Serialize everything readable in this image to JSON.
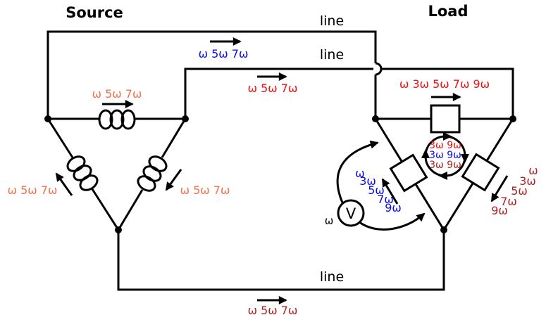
{
  "titles": {
    "source": "Source",
    "load": "Load"
  },
  "line_labels": {
    "top": "line",
    "middle": "line",
    "bottom": "line"
  },
  "currents": {
    "line_top": "ω 5ω 7ω",
    "line_middle": "ω 5ω 7ω",
    "line_bottom": "ω 5ω 7ω",
    "source_top_winding": "ω 5ω 7ω",
    "source_left_winding": "ω 5ω 7ω",
    "source_right_winding": "ω 5ω 7ω",
    "load_top_branch": "ω 3ω 5ω 7ω 9ω",
    "load_left_branch": [
      "ω",
      "3ω",
      "5ω",
      "7ω",
      "9ω"
    ],
    "load_right_branch": [
      "ω",
      "3ω",
      "5ω",
      "7ω",
      "9ω"
    ],
    "circulating": [
      "3ω 9ω",
      "3ω 9ω",
      "3ω 9ω"
    ]
  },
  "voltmeter": {
    "symbol": "V",
    "reading": "ω"
  },
  "colors": {
    "black": "#000000",
    "blue": "#0D0DE8",
    "red": "#F01010",
    "dark_red": "#B22222",
    "orange": "#F2724C"
  }
}
